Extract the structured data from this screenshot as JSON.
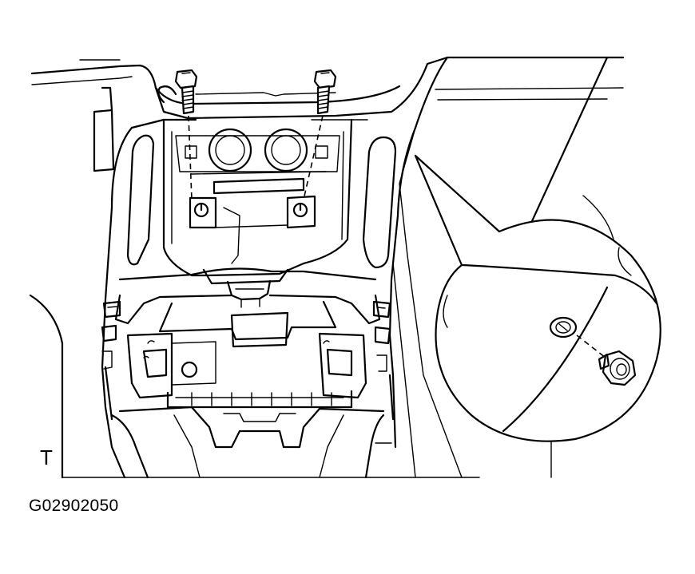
{
  "figure": {
    "view_letter": "T",
    "code": "G02902050"
  },
  "colors": {
    "line": "#000000",
    "background": "#ffffff"
  },
  "parts": {
    "bolts": 2,
    "clips": 1
  }
}
